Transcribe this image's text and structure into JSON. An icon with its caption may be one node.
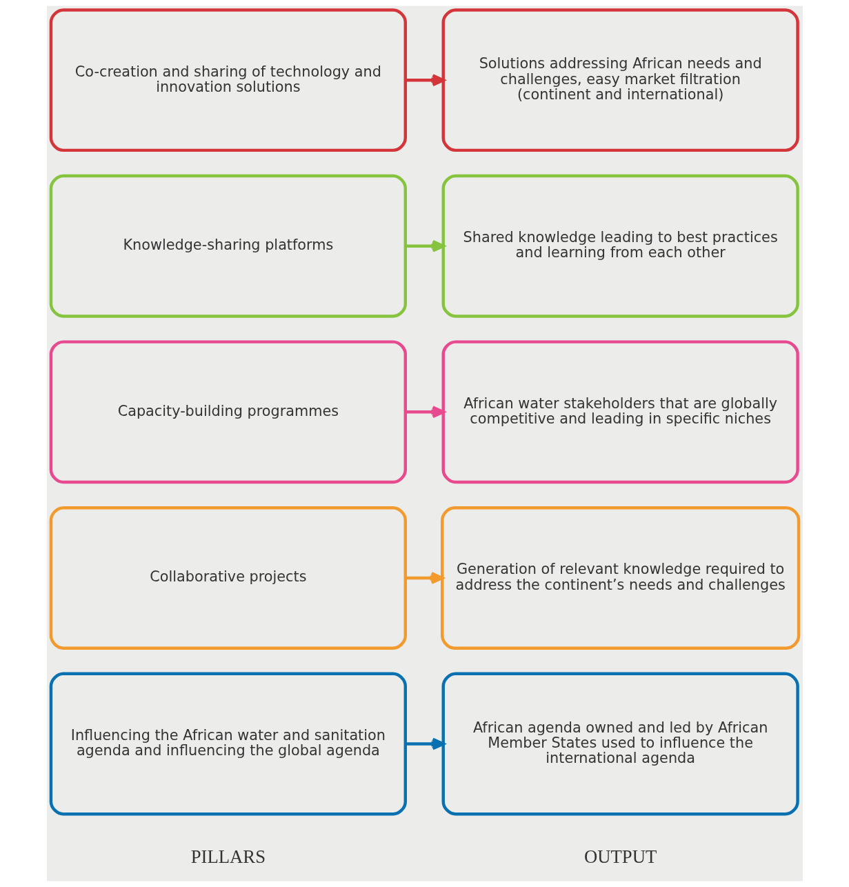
{
  "diagram": {
    "nodes": [
      {
        "text": [
          "Influencing the African water and sanitation agenda and influencing the global agenda"
        ]
      },
      {
        "text": [
          "African agenda owned and led by African Member States used to influence the international agenda"
        ]
      },
      {
        "text": [
          "Collaborative projects"
        ]
      },
      {
        "text": [
          "Generation of relevant knowledge required to address the continent’s needs and challenges"
        ]
      },
      {
        "text": [
          "Capacity-building programmes"
        ]
      },
      {
        "text": [
          "African water stakeholders that are globally competitive and leading in specific niches"
        ]
      },
      {
        "text": [
          "Knowledge-sharing platforms"
        ]
      },
      {
        "text": [
          "Shared knowledge leading to best practices and learning from each other"
        ]
      },
      {
        "text": [
          "Co-creation and sharing of technology and innovation solutions"
        ]
      },
      {
        "text": [
          "Solutions addressing African needs and challenges, easy market filtration (continent and international)"
        ]
      }
    ],
    "edges": [
      {
        "from": 0,
        "to": 1,
        "arrow": "to",
        "color": "#0a71b0"
      },
      {
        "from": 2,
        "to": 3,
        "arrow": "to",
        "color": "#f29a2e"
      },
      {
        "from": 4,
        "to": 5,
        "arrow": "to",
        "color": "#e84a8f"
      },
      {
        "from": 6,
        "to": 7,
        "arrow": "to",
        "color": "#86c440"
      },
      {
        "from": 8,
        "to": 9,
        "arrow": "to",
        "color": "#d4353a"
      }
    ],
    "labels": [
      "PILLARS",
      "OUTPUT"
    ]
  }
}
